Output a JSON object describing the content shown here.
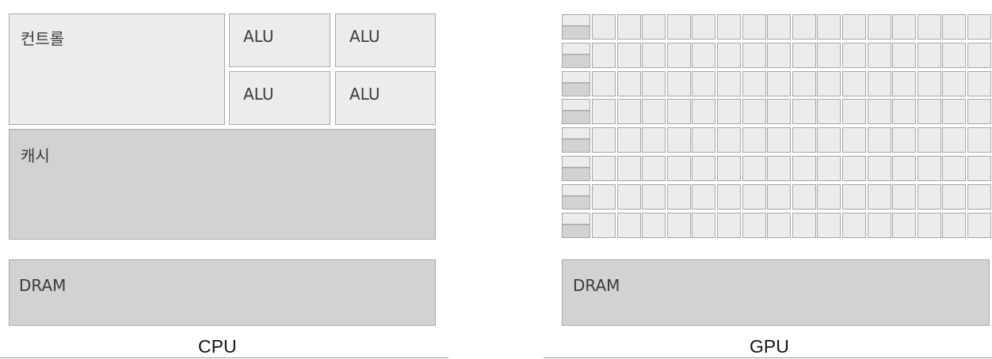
{
  "cpu": {
    "control_label": "컨트롤",
    "alu_labels": [
      "ALU",
      "ALU",
      "ALU",
      "ALU"
    ],
    "cache_label": "캐시",
    "dram_label": "DRAM",
    "caption": "CPU"
  },
  "gpu": {
    "dram_label": "DRAM",
    "caption": "GPU",
    "rows": 8,
    "alus_per_row": 16
  },
  "colors": {
    "light_fill": "#ececec",
    "mid_fill": "#d2d2d2",
    "border": "#a9a9a9"
  }
}
